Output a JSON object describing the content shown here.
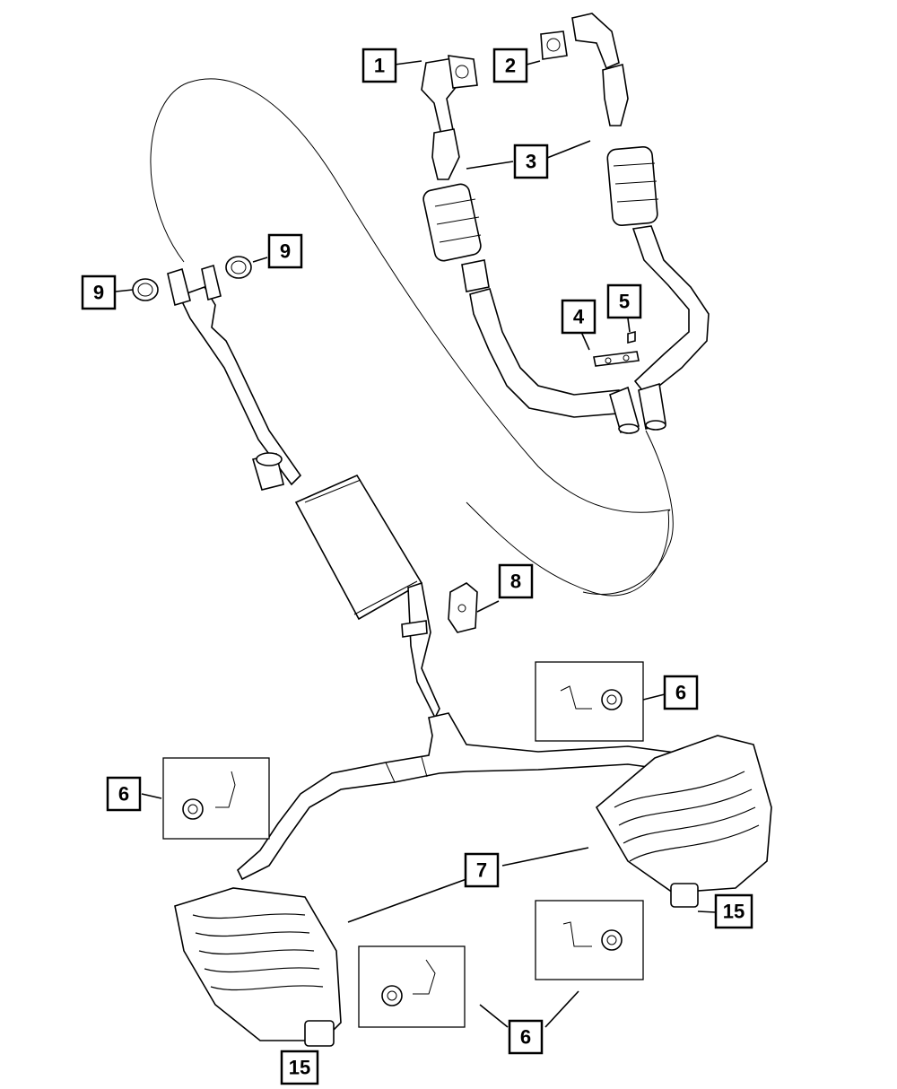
{
  "diagram": {
    "callouts": {
      "c1": "1",
      "c2": "2",
      "c3": "3",
      "c4": "4",
      "c5": "5",
      "c6a": "6",
      "c6b": "6",
      "c6c": "6",
      "c7": "7",
      "c8": "8",
      "c9a": "9",
      "c9b": "9",
      "c15a": "15",
      "c15b": "15"
    }
  }
}
